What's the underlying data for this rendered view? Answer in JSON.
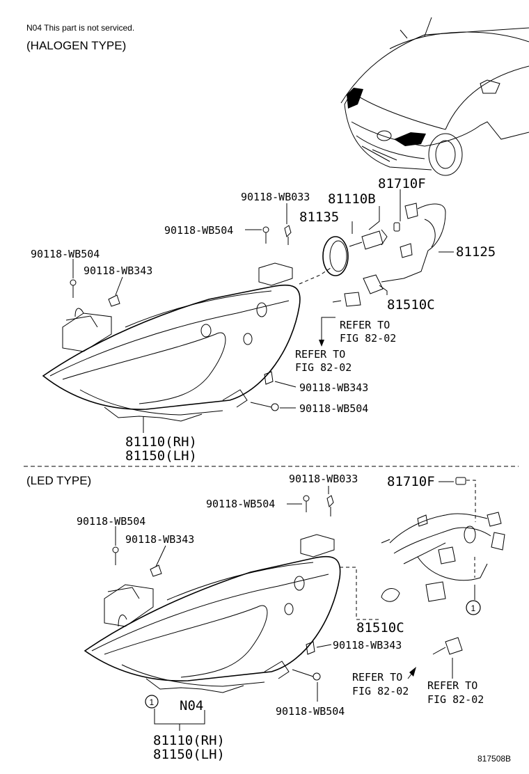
{
  "note": "N04 This part is not serviced.",
  "figure_id": "817508B",
  "halogen": {
    "heading": "(HALOGEN TYPE)",
    "labels": {
      "bolt_top_a": "90118-WB504",
      "clip_top": "90118-WB033",
      "bulb": "81110B",
      "bulb_socket": "81710F",
      "cover": "81135",
      "harness": "81125",
      "lamp_socket": "81510C",
      "refer_right": [
        "REFER TO",
        "FIG 82-02"
      ],
      "refer_left": [
        "REFER TO",
        "FIG 82-02"
      ],
      "bolt_left": "90118-WB504",
      "nut_left": "90118-WB343",
      "nut_bottom": "90118-WB343",
      "bolt_bottom": "90118-WB504",
      "assy_rh": "81110(RH)",
      "assy_lh": "81150(LH)"
    }
  },
  "led": {
    "heading": "(LED TYPE)",
    "labels": {
      "clip_top": "90118-WB033",
      "bolt_top": "90118-WB504",
      "bolt_left": "90118-WB504",
      "nut_left": "90118-WB343",
      "bulb_socket": "81710F",
      "lamp_socket": "81510C",
      "nut_bottom": "90118-WB343",
      "bolt_bottom": "90118-WB504",
      "refer_left": [
        "REFER TO",
        "FIG 82-02"
      ],
      "refer_right": [
        "REFER TO",
        "FIG 82-02"
      ],
      "callout": "1",
      "not_serviced": "N04",
      "assy_rh": "81110(RH)",
      "assy_lh": "81150(LH)"
    }
  }
}
